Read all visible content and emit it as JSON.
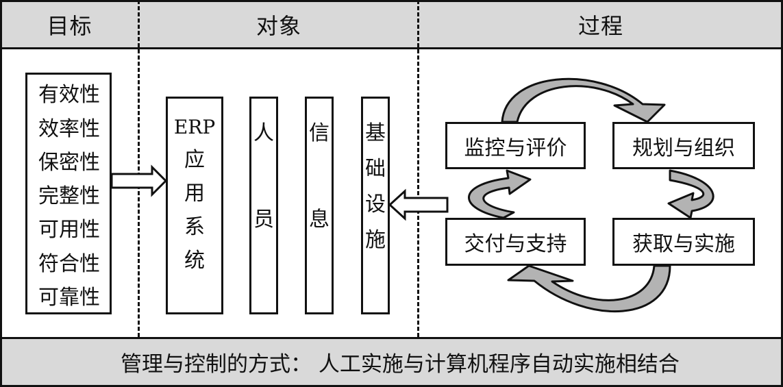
{
  "header": {
    "goal_label": "目标",
    "object_label": "对象",
    "process_label": "过程"
  },
  "goals": [
    "有效性",
    "效率性",
    "保密性",
    "完整性",
    "可用性",
    "符合性",
    "可靠性"
  ],
  "objects": {
    "erp": {
      "top": "ERP",
      "chars": [
        "应",
        "用",
        "系",
        "统"
      ]
    },
    "people": [
      "人",
      "员"
    ],
    "information": [
      "信",
      "息"
    ],
    "infrastructure": [
      "基",
      "础",
      "设",
      "施"
    ]
  },
  "process": {
    "monitor": "监控与评价",
    "plan": "规划与组织",
    "deliver": "交付与支持",
    "acquire": "获取与实施"
  },
  "footer": {
    "text": "管理与控制的方式：  人工实施与计算机程序自动实施相结合"
  },
  "colors": {
    "band_fill": "#d9d9d9",
    "arrow_shade": "#b3b3b3",
    "line": "#111111"
  }
}
